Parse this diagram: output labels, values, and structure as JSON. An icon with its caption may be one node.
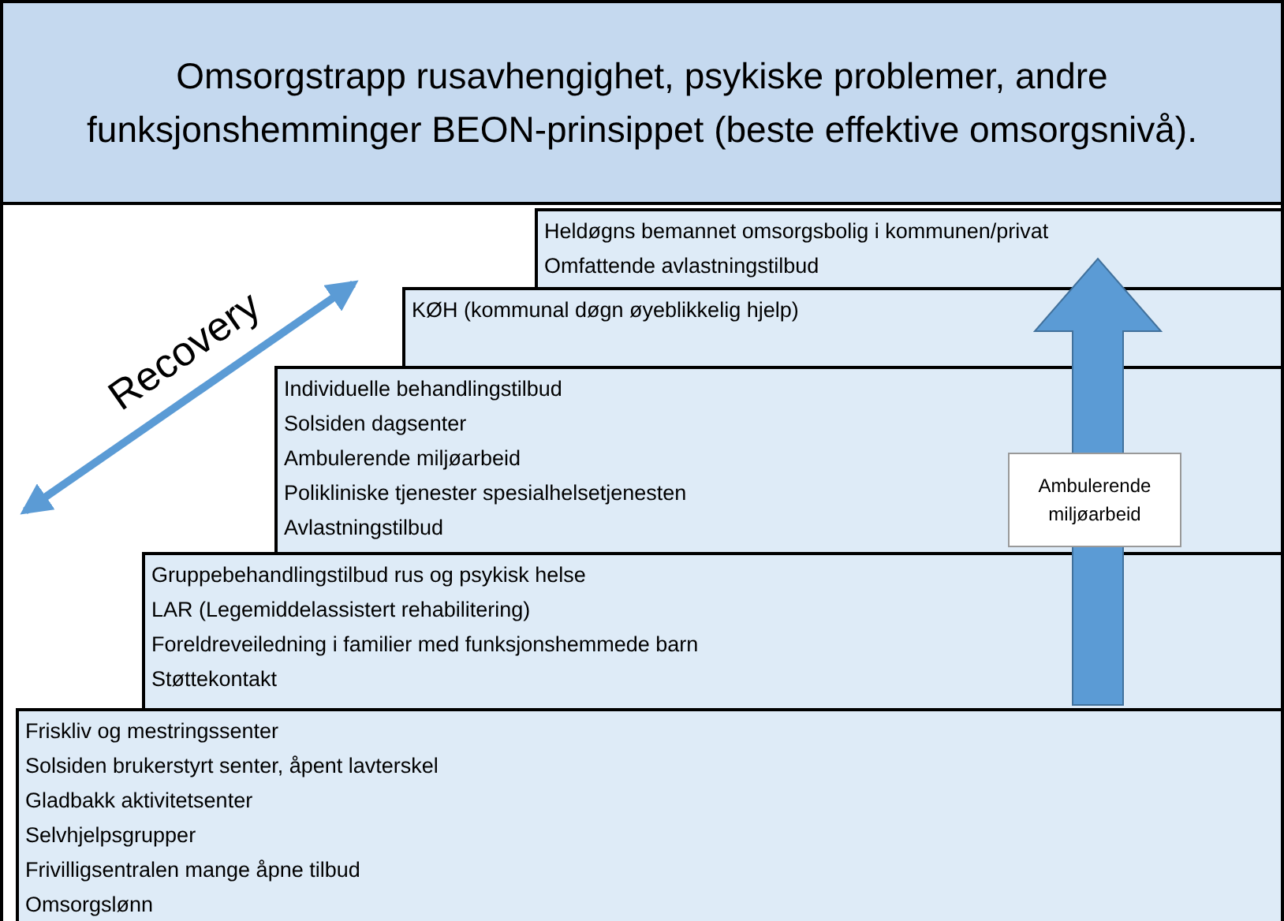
{
  "diagram": {
    "title": "Omsorgstrapp rusavhengighet, psykiske problemer, andre funksjonshemminger BEON-prinsippet (beste effektive omsorgsnivå).",
    "nodes": [
      {
        "text": [
          "Heldøgns bemannet omsorgsbolig i kommunen/privat",
          "Omfattende avlastningstilbud"
        ]
      },
      {
        "text": [
          "KØH (kommunal døgn øyeblikkelig hjelp)"
        ]
      },
      {
        "text": [
          "Individuelle behandlingstilbud",
          "Solsiden dagsenter",
          "Ambulerende miljøarbeid",
          "Polikliniske tjenester spesialhelsetjenesten",
          "Avlastningstilbud"
        ]
      },
      {
        "text": [
          "Ambulerende miljøarbeid"
        ],
        "in": 2
      },
      {
        "text": [
          "Gruppebehandlingstilbud rus og psykisk helse",
          "LAR (Legemiddelassistert rehabilitering)",
          "Foreldreveiledning i familier med funksjonshemmede barn",
          "Støttekontakt"
        ]
      },
      {
        "text": [
          "Friskliv og mestringssenter",
          "Solsiden brukerstyrt senter, åpent lavterskel",
          "Gladbakk aktivitetsenter",
          "Selvhjelpsgrupper",
          "Frivilligsentralen mange åpne tilbud",
          "Omsorgslønn"
        ]
      }
    ],
    "edges": [],
    "labels": [
      "Recovery"
    ]
  }
}
